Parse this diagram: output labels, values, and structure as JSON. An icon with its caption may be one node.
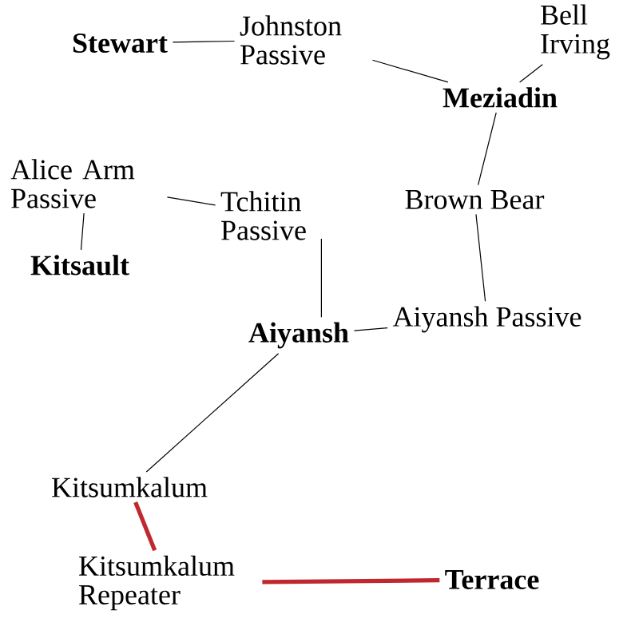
{
  "diagram": {
    "nodes": [
      {
        "text": [
          "Stewart"
        ]
      },
      {
        "text": [
          "Johnston Passive"
        ]
      },
      {
        "text": [
          "Bell Irving"
        ]
      },
      {
        "text": [
          "Meziadin"
        ]
      },
      {
        "text": [
          "Alice Arm Passive"
        ]
      },
      {
        "text": [
          "Tchitin Passive"
        ]
      },
      {
        "text": [
          "Kitsault"
        ]
      },
      {
        "text": [
          "Brown Bear"
        ]
      },
      {
        "text": [
          "Aiyansh"
        ]
      },
      {
        "text": [
          "Aiyansh Passive"
        ]
      },
      {
        "text": [
          "Kitsumkalum"
        ]
      },
      {
        "text": [
          "Kitsumkalum Repeater"
        ]
      },
      {
        "text": [
          "Terrace"
        ]
      }
    ],
    "edges": [
      {
        "from": 0,
        "to": 1,
        "arrow": "none"
      },
      {
        "from": 1,
        "to": 3,
        "arrow": "none"
      },
      {
        "from": 2,
        "to": 3,
        "arrow": "none"
      },
      {
        "from": 3,
        "to": 7,
        "arrow": "none"
      },
      {
        "from": 7,
        "to": 9,
        "arrow": "none"
      },
      {
        "from": 9,
        "to": 8,
        "arrow": "none"
      },
      {
        "from": 4,
        "to": 5,
        "arrow": "none"
      },
      {
        "from": 4,
        "to": 6,
        "arrow": "none"
      },
      {
        "from": 5,
        "to": 8,
        "arrow": "none"
      },
      {
        "from": 8,
        "to": 10,
        "arrow": "none"
      },
      {
        "from": 10,
        "to": 11,
        "arrow": "none",
        "style": "thick",
        "color": "#c0282d"
      },
      {
        "from": 11,
        "to": 12,
        "arrow": "none",
        "style": "thick",
        "color": "#c0282d"
      }
    ]
  }
}
